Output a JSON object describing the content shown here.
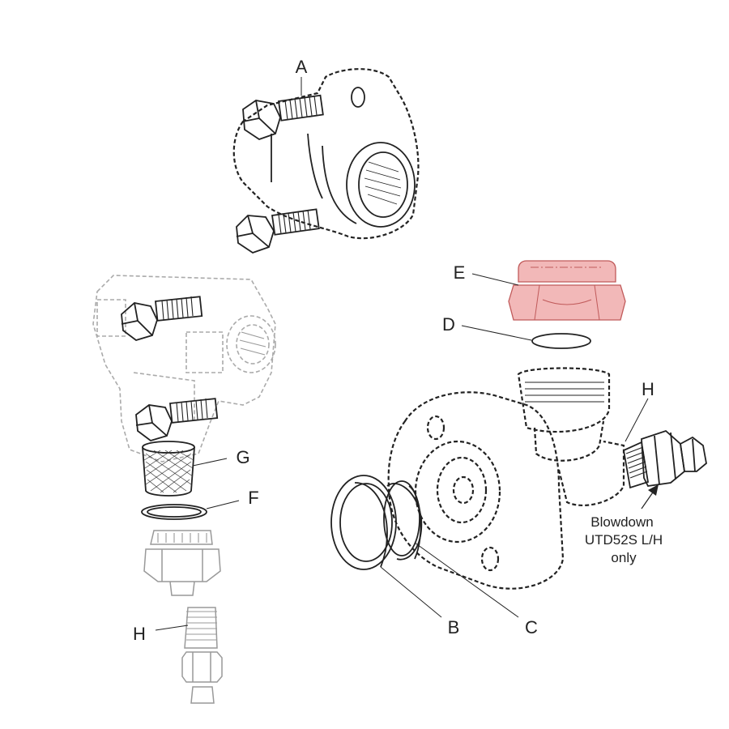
{
  "labels": {
    "A": "A",
    "B": "B",
    "C": "C",
    "D": "D",
    "E": "E",
    "F": "F",
    "G": "G",
    "H_right": "H",
    "H_left": "H"
  },
  "note": {
    "line1": "Blowdown",
    "line2": "UTD52S L/H",
    "line3": "only"
  },
  "colors": {
    "highlight_fill": "#f2b8b8",
    "highlight_stroke": "#c05a5a",
    "line": "#222222",
    "ghost_line": "#aaaaaa"
  }
}
